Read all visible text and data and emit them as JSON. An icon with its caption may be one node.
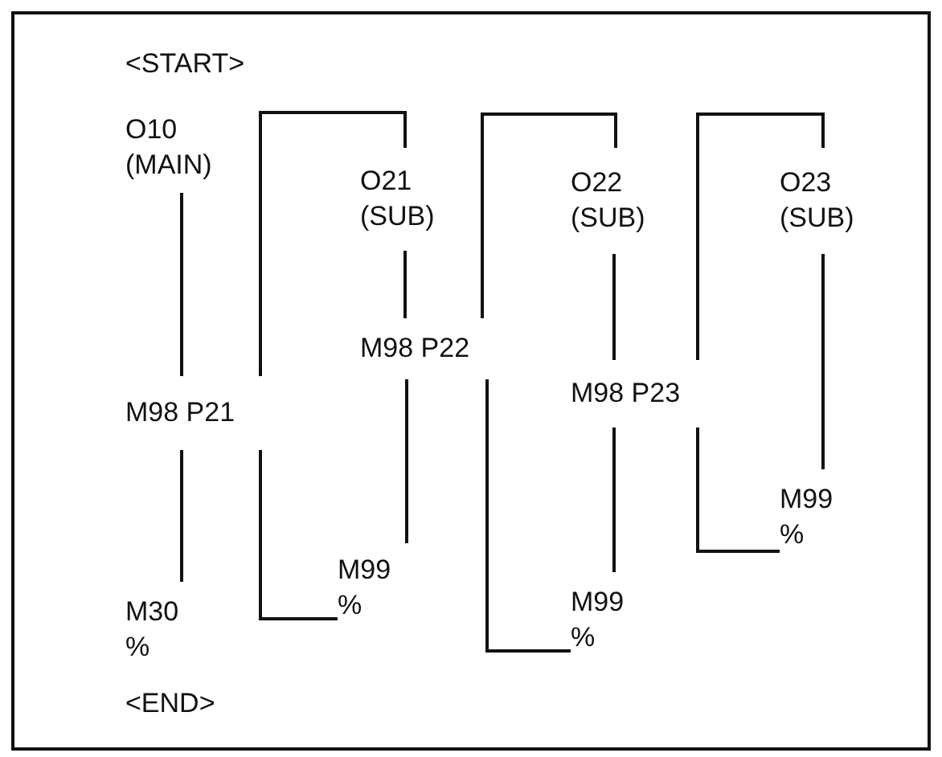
{
  "diagram": {
    "nodes": [
      {
        "text": [
          "O10",
          "(MAIN)"
        ]
      },
      {
        "text": [
          "M98 P21"
        ]
      },
      {
        "text": [
          "M30",
          "%"
        ]
      },
      {
        "text": [
          "O21",
          "(SUB)"
        ]
      },
      {
        "text": [
          "M98 P22"
        ]
      },
      {
        "text": [
          "M99",
          "%"
        ]
      },
      {
        "text": [
          "O22",
          "(SUB)"
        ]
      },
      {
        "text": [
          "M98 P23"
        ]
      },
      {
        "text": [
          "M99",
          "%"
        ]
      },
      {
        "text": [
          "O23",
          "(SUB)"
        ]
      },
      {
        "text": [
          "M99",
          "%"
        ]
      }
    ],
    "edges": [
      {
        "from": 0,
        "to": 1,
        "arrow": "none"
      },
      {
        "from": 1,
        "to": 3,
        "arrow": "none"
      },
      {
        "from": 3,
        "to": 4,
        "arrow": "none"
      },
      {
        "from": 4,
        "to": 6,
        "arrow": "none"
      },
      {
        "from": 6,
        "to": 7,
        "arrow": "none"
      },
      {
        "from": 7,
        "to": 9,
        "arrow": "none"
      },
      {
        "from": 9,
        "to": 10,
        "arrow": "none"
      },
      {
        "from": 10,
        "to": 7,
        "arrow": "none"
      },
      {
        "from": 7,
        "to": 8,
        "arrow": "none"
      },
      {
        "from": 8,
        "to": 4,
        "arrow": "none"
      },
      {
        "from": 4,
        "to": 5,
        "arrow": "none"
      },
      {
        "from": 5,
        "to": 1,
        "arrow": "none"
      },
      {
        "from": 1,
        "to": 2,
        "arrow": "none"
      }
    ],
    "labels": [
      "<START>",
      "<END>"
    ]
  }
}
